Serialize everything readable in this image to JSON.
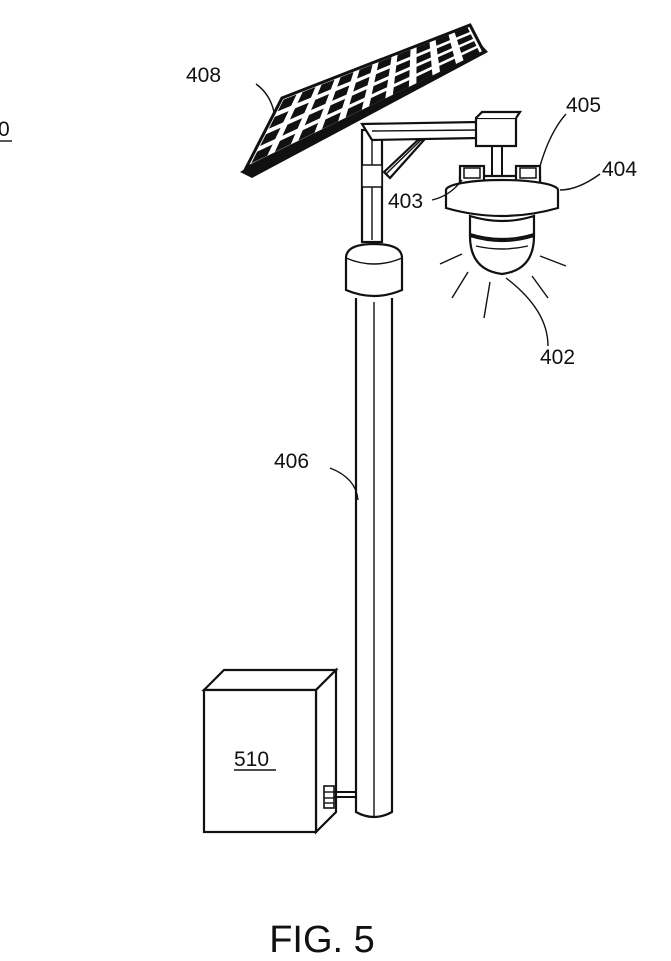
{
  "figure": {
    "caption": "FIG. 5",
    "cut_label": "0",
    "labels": {
      "solar_panel": "408",
      "sensor_cap": "405",
      "lamp_housing": "404",
      "mount": "403",
      "lamp_dome": "402",
      "pole": "406",
      "junction_box": "510"
    }
  }
}
